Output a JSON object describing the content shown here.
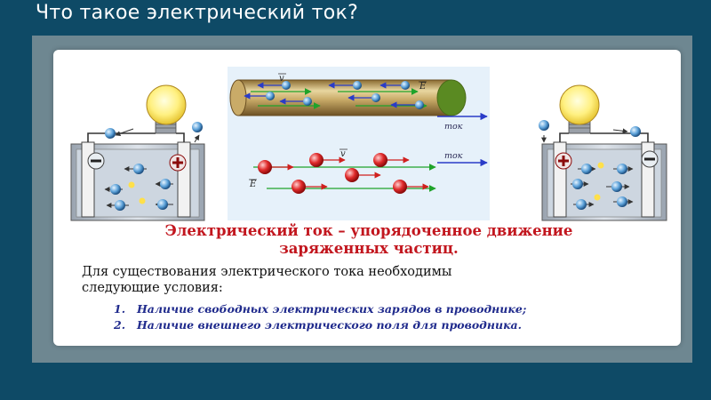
{
  "slide": {
    "title": "Что такое электрический ток?"
  },
  "diagram": {
    "current_label_1": "ток",
    "current_label_2": "ток",
    "velocity_symbol": "v",
    "field_symbol": "E",
    "plus_sign": "+",
    "minus_sign": "−"
  },
  "content": {
    "heading_line_1": "Электрический ток – упорядоченное движение",
    "heading_line_2": "заряженных частиц.",
    "intro_line_1": "Для существования электрического тока необходимы",
    "intro_line_2": "следующие условия:",
    "conditions": [
      {
        "number": "1.",
        "text": "Наличие свободных электрических зарядов в проводнике;"
      },
      {
        "number": "2.",
        "text": "Наличие внешнего электрического поля для проводника."
      }
    ]
  },
  "colors": {
    "background": "#0e4a66",
    "frame": "#6e8791",
    "heading": "#c2161e",
    "conditions": "#1f2a8c",
    "electron": "#5aa0d8",
    "proton": "#e02b2b",
    "field_arrow": "#1fa32a",
    "current_arrow": "#2a3cc8"
  }
}
